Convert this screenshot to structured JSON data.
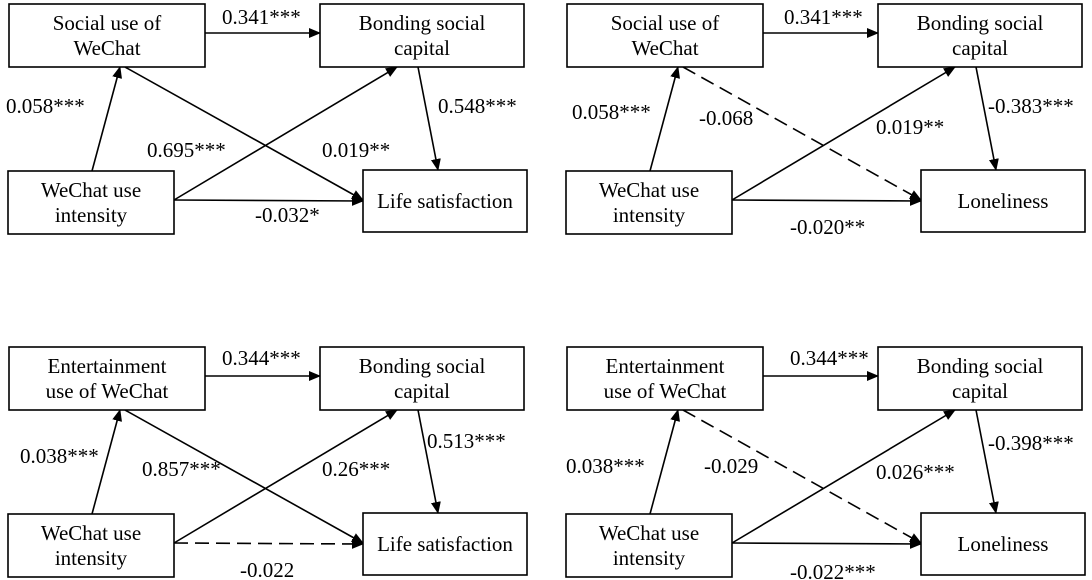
{
  "diagrams": [
    {
      "id": "social-life-satisfaction",
      "nodes": {
        "usage": [
          "Social use of",
          "WeChat"
        ],
        "bonding": [
          "Bonding social",
          "capital"
        ],
        "intensity": [
          "WeChat use",
          "intensity"
        ],
        "outcome": [
          "Life satisfaction"
        ]
      },
      "edges": [
        {
          "from": "usage",
          "to": "bonding",
          "label": "0.341***",
          "style": "solid"
        },
        {
          "from": "intensity",
          "to": "usage",
          "label": "0.058***",
          "style": "solid"
        },
        {
          "from": "usage",
          "to": "outcome",
          "label": "0.695***",
          "style": "solid"
        },
        {
          "from": "intensity",
          "to": "bonding",
          "label": "0.019**",
          "style": "solid"
        },
        {
          "from": "bonding",
          "to": "outcome",
          "label": "0.548***",
          "style": "solid"
        },
        {
          "from": "intensity",
          "to": "outcome",
          "label": "-0.032*",
          "style": "solid"
        }
      ]
    },
    {
      "id": "social-loneliness",
      "nodes": {
        "usage": [
          "Social use of",
          "WeChat"
        ],
        "bonding": [
          "Bonding social",
          "capital"
        ],
        "intensity": [
          "WeChat use",
          "intensity"
        ],
        "outcome": [
          "Loneliness"
        ]
      },
      "edges": [
        {
          "from": "usage",
          "to": "bonding",
          "label": "0.341***",
          "style": "solid"
        },
        {
          "from": "intensity",
          "to": "usage",
          "label": "0.058***",
          "style": "solid"
        },
        {
          "from": "usage",
          "to": "outcome",
          "label": "-0.068",
          "style": "dashed"
        },
        {
          "from": "intensity",
          "to": "bonding",
          "label": "0.019**",
          "style": "solid"
        },
        {
          "from": "bonding",
          "to": "outcome",
          "label": "-0.383***",
          "style": "solid"
        },
        {
          "from": "intensity",
          "to": "outcome",
          "label": "-0.020**",
          "style": "solid"
        }
      ]
    },
    {
      "id": "entertainment-life-satisfaction",
      "nodes": {
        "usage": [
          "Entertainment",
          "use of WeChat"
        ],
        "bonding": [
          "Bonding social",
          "capital"
        ],
        "intensity": [
          "WeChat use",
          "intensity"
        ],
        "outcome": [
          "Life satisfaction"
        ]
      },
      "edges": [
        {
          "from": "usage",
          "to": "bonding",
          "label": "0.344***",
          "style": "solid"
        },
        {
          "from": "intensity",
          "to": "usage",
          "label": "0.038***",
          "style": "solid"
        },
        {
          "from": "usage",
          "to": "outcome",
          "label": "0.857***",
          "style": "solid"
        },
        {
          "from": "intensity",
          "to": "bonding",
          "label": "0.26***",
          "style": "solid"
        },
        {
          "from": "bonding",
          "to": "outcome",
          "label": "0.513***",
          "style": "solid"
        },
        {
          "from": "intensity",
          "to": "outcome",
          "label": "-0.022",
          "style": "dashed"
        }
      ]
    },
    {
      "id": "entertainment-loneliness",
      "nodes": {
        "usage": [
          "Entertainment",
          "use of WeChat"
        ],
        "bonding": [
          "Bonding social",
          "capital"
        ],
        "intensity": [
          "WeChat use",
          "intensity"
        ],
        "outcome": [
          "Loneliness"
        ]
      },
      "edges": [
        {
          "from": "usage",
          "to": "bonding",
          "label": "0.344***",
          "style": "solid"
        },
        {
          "from": "intensity",
          "to": "usage",
          "label": "0.038***",
          "style": "solid"
        },
        {
          "from": "usage",
          "to": "outcome",
          "label": "-0.029",
          "style": "dashed"
        },
        {
          "from": "intensity",
          "to": "bonding",
          "label": "0.026***",
          "style": "solid"
        },
        {
          "from": "bonding",
          "to": "outcome",
          "label": "-0.398***",
          "style": "solid"
        },
        {
          "from": "intensity",
          "to": "outcome",
          "label": "-0.022***",
          "style": "solid"
        }
      ]
    }
  ]
}
